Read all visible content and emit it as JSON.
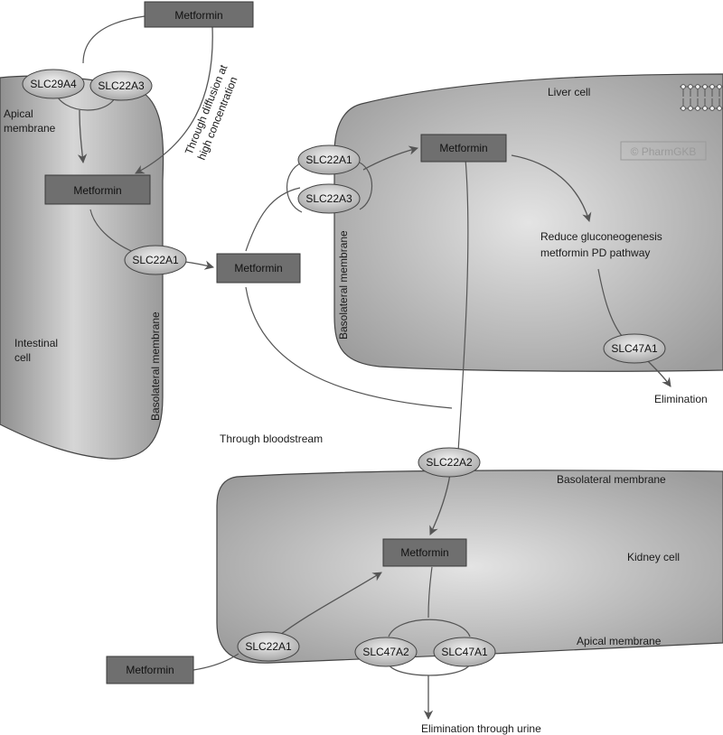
{
  "drugs": {
    "metformin_top": "Metformin",
    "metformin_intestine": "Metformin",
    "metformin_blood": "Metformin",
    "metformin_liver": "Metformin",
    "metformin_kidney": "Metformin",
    "metformin_kidney_in": "Metformin"
  },
  "transporters": {
    "intestine_apical_1": "SLC29A4",
    "intestine_apical_2": "SLC22A3",
    "intestine_basolateral": "SLC22A1",
    "liver_basolateral_1": "SLC22A1",
    "liver_basolateral_2": "SLC22A3",
    "liver_apical": "SLC47A1",
    "kidney_basolateral": "SLC22A2",
    "kidney_in": "SLC22A1",
    "kidney_apical_1": "SLC47A2",
    "kidney_apical_2": "SLC47A1"
  },
  "labels": {
    "apical_membrane_intestine_1": "Apical",
    "apical_membrane_intestine_2": "membrane",
    "intestinal_cell_1": "Intestinal",
    "intestinal_cell_2": "cell",
    "basolateral_intestine": "Basolateral membrane",
    "diffusion_1": "Through diffusion at",
    "diffusion_2": "high concentration",
    "liver_cell": "Liver cell",
    "basolateral_liver": "Basolateral membrane",
    "pharmgkb": "© PharmGKB",
    "pd_1": "Reduce gluconeogenesis",
    "pd_2": "metformin PD pathway",
    "elimination": "Elimination",
    "bloodstream": "Through bloodstream",
    "basolateral_kidney": "Basolateral membrane",
    "kidney_cell": "Kidney cell",
    "apical_kidney": "Apical membrane",
    "urine": "Elimination through urine"
  }
}
